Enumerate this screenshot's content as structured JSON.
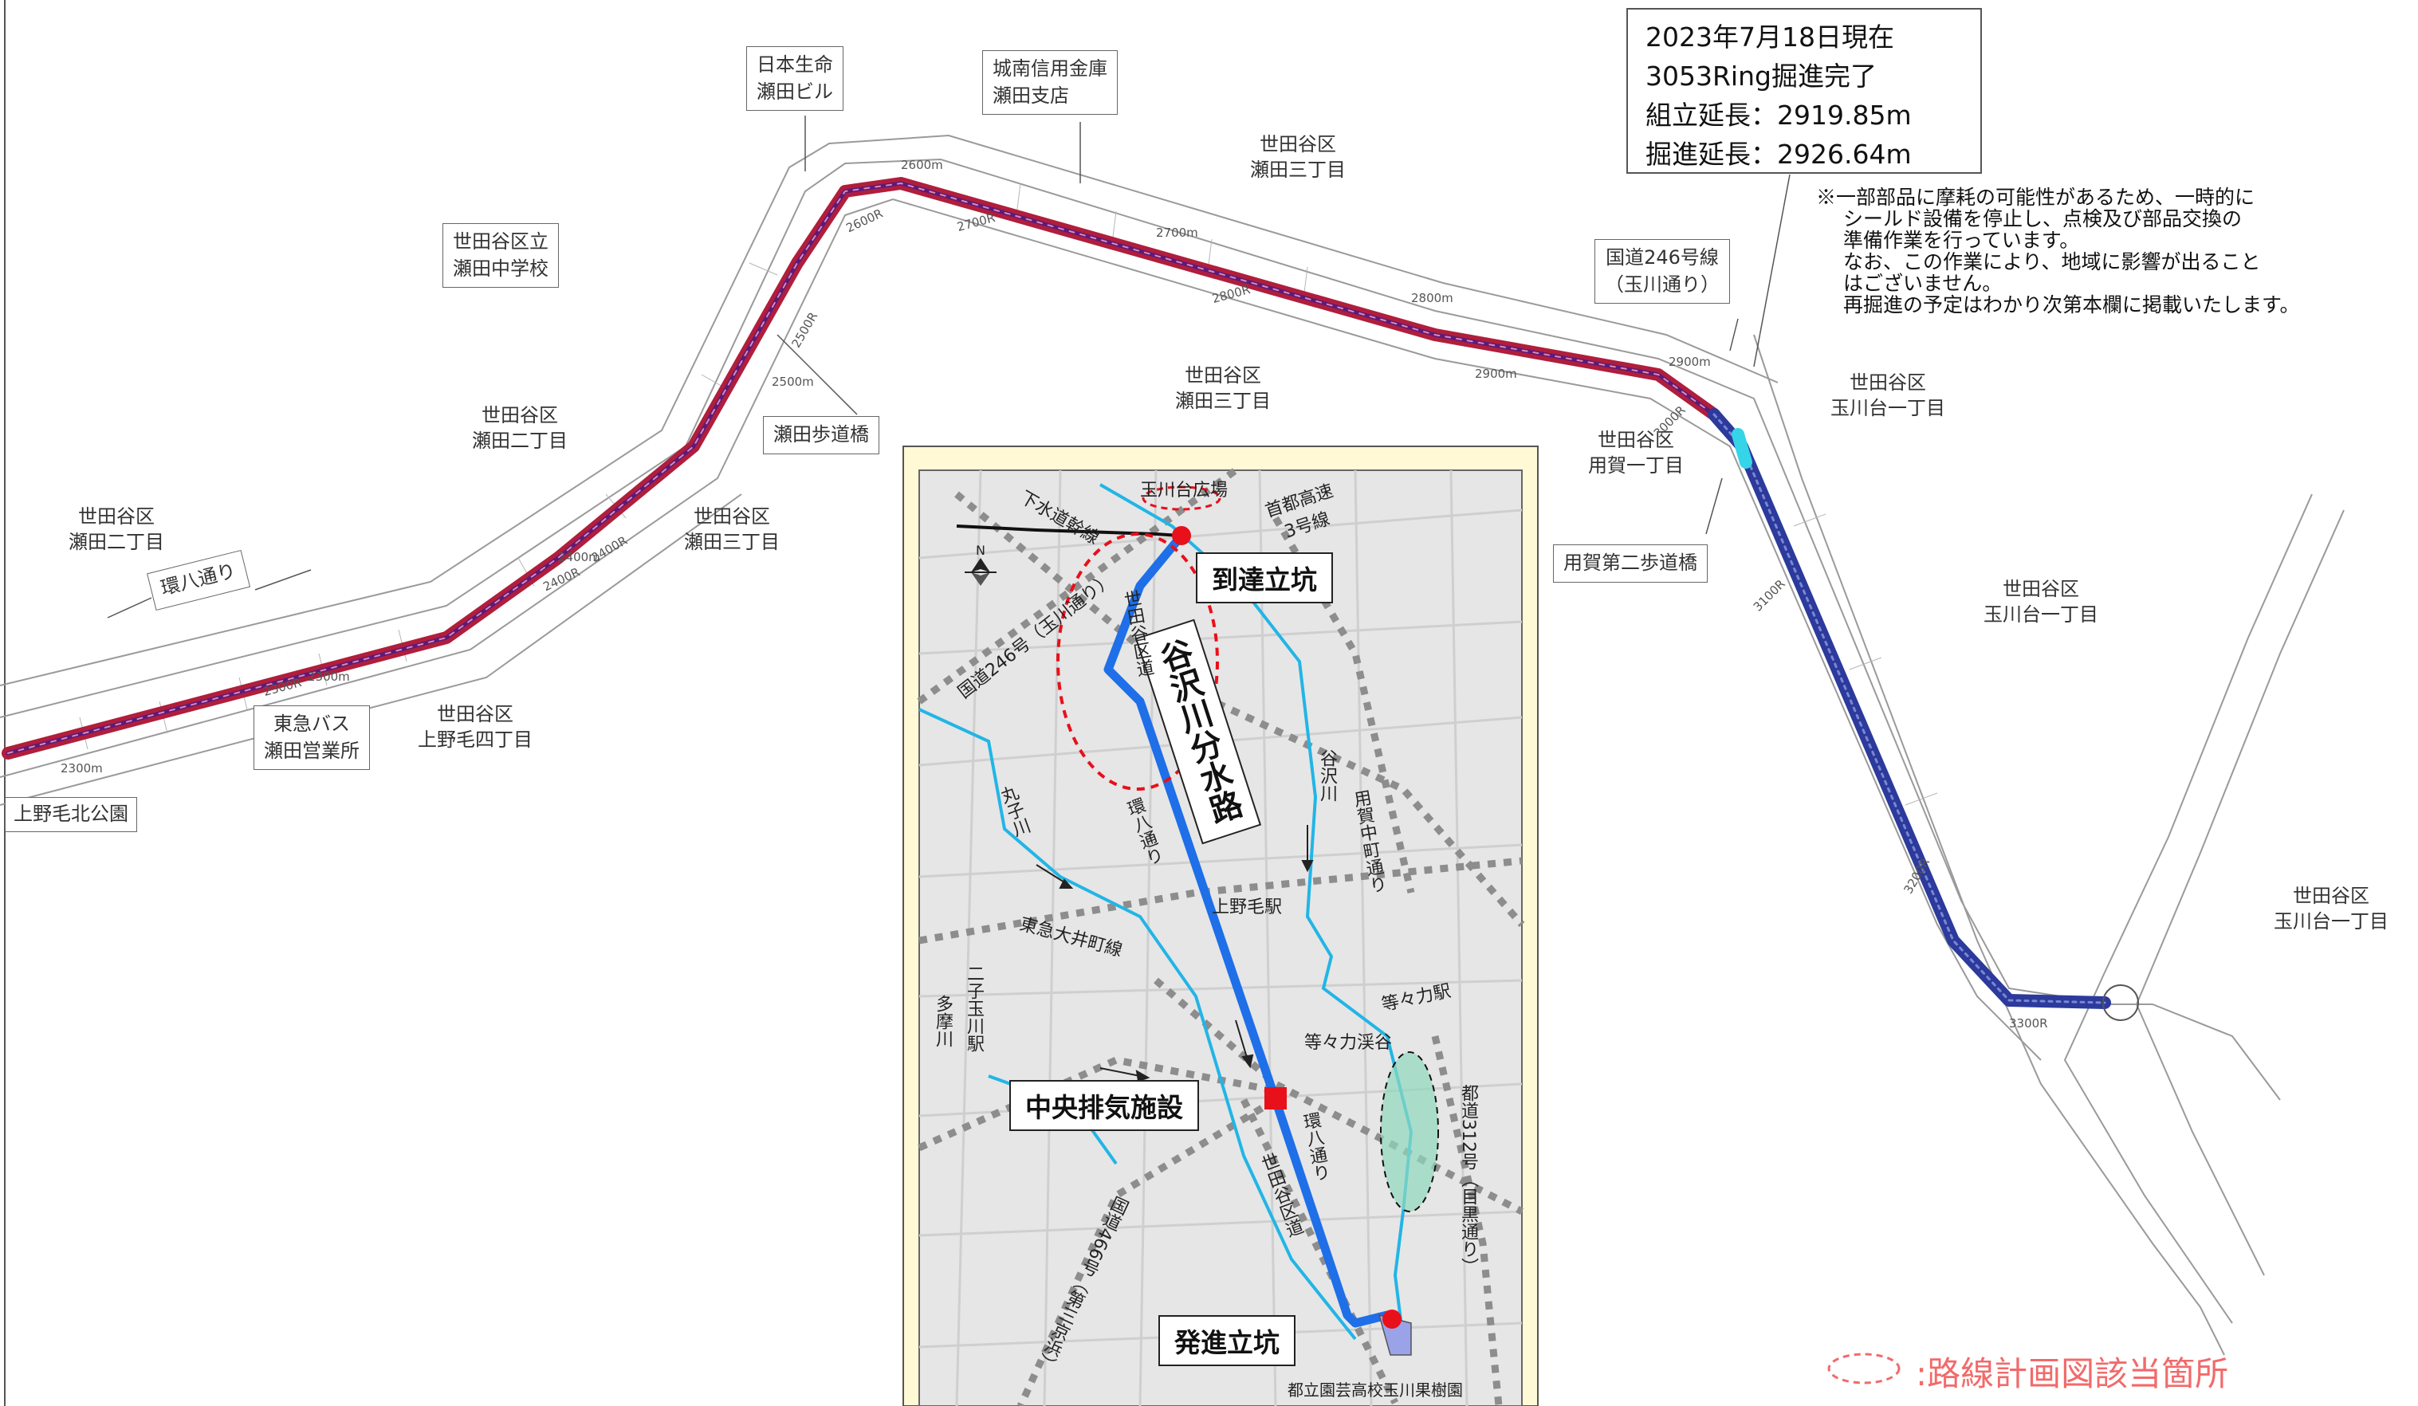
{
  "status": {
    "as_of": "2023年7月18日現在",
    "rings": "3053Ring掘進完了",
    "assembled_length": "組立延長：2919.85m",
    "excavated_length": "掘進延長：2926.64m"
  },
  "notice": [
    "※一部部品に摩耗の可能性があるため、一時的に",
    "シールド設備を停止し、点検及び部品交換の",
    "準備作業を行っています。",
    "なお、この作業により、地域に影響が出ること",
    "はございません。",
    "再掘進の予定はわかり次第本欄に掲載いたします。"
  ],
  "main_map": {
    "boxed_labels": {
      "nihon_seimei": [
        "日本生命",
        "瀬田ビル"
      ],
      "jonan_shinkin": [
        "城南信用金庫",
        "瀬田支店"
      ],
      "seta_jhs": [
        "世田谷区立",
        "瀬田中学校"
      ],
      "seta_footbridge": "瀬田歩道橋",
      "kampachi": "環八通り",
      "tokyu_bus": [
        "東急バス",
        "瀬田営業所"
      ],
      "kaminoge_park": "上野毛北公園",
      "route246": [
        "国道246号線",
        "（玉川通り）"
      ],
      "yoga_footbridge": "用賀第二歩道橋"
    },
    "area_labels": {
      "seta3_top": [
        "世田谷区",
        "瀬田三丁目"
      ],
      "seta3_mid": [
        "世田谷区",
        "瀬田三丁目"
      ],
      "seta2": [
        "世田谷区",
        "瀬田二丁目"
      ],
      "seta2_left": [
        "世田谷区",
        "瀬田二丁目"
      ],
      "seta3_low": [
        "世田谷区",
        "瀬田三丁目"
      ],
      "kaminoge4": [
        "世田谷区",
        "上野毛四丁目"
      ],
      "yoga1": [
        "世田谷区",
        "用賀一丁目"
      ],
      "tamagawadai_1": [
        "世田谷区",
        "玉川台一丁目"
      ],
      "tamagawadai_2": [
        "世田谷区",
        "玉川台一丁目"
      ],
      "tamagawadai_3": [
        "世田谷区",
        "玉川台一丁目"
      ]
    },
    "ring_marks": [
      "2300m",
      "2300R",
      "2300m",
      "2400m",
      "2400R",
      "2400R",
      "2500m",
      "2500R",
      "2600R",
      "2600m",
      "2700R",
      "2700m",
      "2800R",
      "2800m",
      "2900m",
      "2900m",
      "3000R",
      "3100R",
      "3200R",
      "3300R"
    ]
  },
  "inset": {
    "arrival_shaft": "到達立坑",
    "exhaust": "中央排気施設",
    "departure_shaft": "発進立坑",
    "tunnel_name": "谷沢川分水路",
    "tamagawadai_plaza": "玉川台広場",
    "sewer": "下水道幹線",
    "expressway": [
      "首都高速",
      "3号線"
    ],
    "route246": "国道246号（玉川通り）",
    "setagaya_kudo": "世田谷区道",
    "yazawa_river": "谷沢川",
    "marukogawa": "丸子川",
    "kampachi": "環八通り",
    "kampachi2": "環八通り",
    "kaminoge_sta": "上野毛駅",
    "oimachi_line": "東急大井町線",
    "futako_sta": "二子玉川駅",
    "tama_river": "多摩川",
    "youga_naka": "用賀中町通り",
    "todoroki_sta": "等々力駅",
    "todoroki_valley": "等々力渓谷",
    "toudo312": "都道312号（目黒通り）",
    "route466": "国道466号（第三京浜）",
    "kudo2": "世田谷区道",
    "orchard": "都立園芸高校玉川果樹園"
  },
  "legend": ":路線計画図該当箇所",
  "colors": {
    "tunnel_red": "#b01e3c",
    "tunnel_purple": "#5c1a7a",
    "tunnel_blue": "#2c3a9c",
    "inset_route": "#1e6fe8",
    "river": "#22b5e6",
    "marker_red": "#e8101a",
    "legend_red": "#f26a6a"
  }
}
